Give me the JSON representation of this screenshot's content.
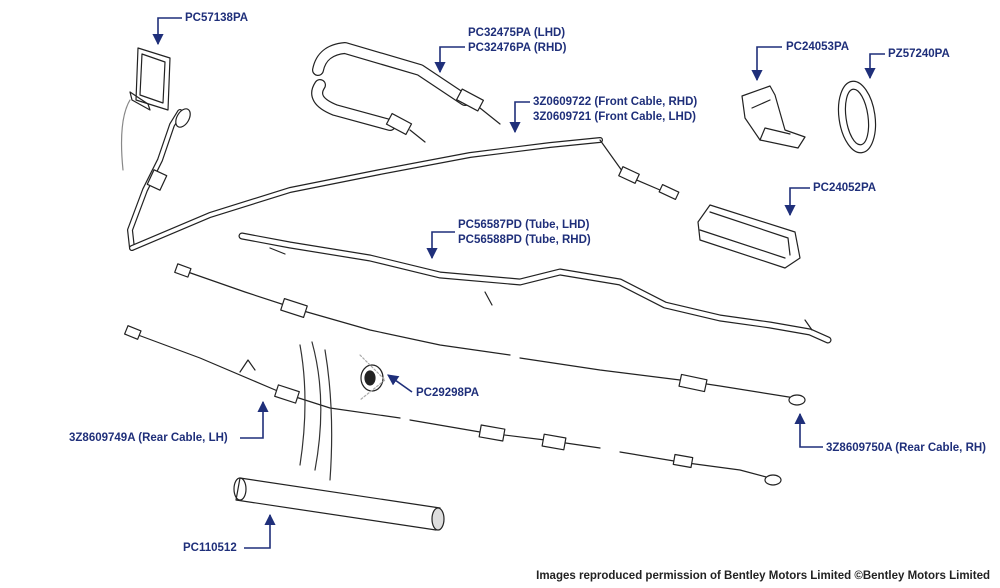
{
  "colors": {
    "callout": "#1f2f7a",
    "line": "#222222"
  },
  "labels": {
    "pc57138pa": "PC57138PA",
    "pc32475pa": "PC32475PA (LHD)",
    "pc32476pa": "PC32476PA (RHD)",
    "pc24053pa": "PC24053PA",
    "pz57240pa": "PZ57240PA",
    "front_rhd": "3Z0609722 (Front Cable, RHD)",
    "front_lhd": "3Z0609721 (Front Cable, LHD)",
    "pc24052pa": "PC24052PA",
    "tube_lhd": "PC56587PD (Tube, LHD)",
    "tube_rhd": "PC56588PD (Tube, RHD)",
    "pc29298pa": "PC29298PA",
    "rear_lh": "3Z8609749A (Rear Cable, LH)",
    "rear_rh": "3Z8609750A (Rear Cable, RH)",
    "pc110512": "PC110512"
  },
  "credit": "Images reproduced permission of Bentley Motors Limited ©Bentley Motors Limited"
}
